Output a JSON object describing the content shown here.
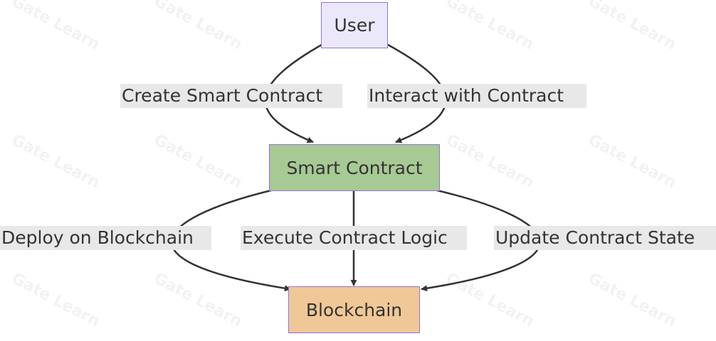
{
  "nodes": {
    "user": "User",
    "smart_contract": "Smart Contract",
    "blockchain": "Blockchain"
  },
  "edges": {
    "create": "Create Smart Contract",
    "interact": "Interact with Contract",
    "deploy": "Deploy on Blockchain",
    "execute": "Execute Contract Logic",
    "update": "Update Contract State"
  },
  "watermark": "Gate Learn",
  "colors": {
    "user_fill": "#ece8fc",
    "smart_contract_fill": "#a7c994",
    "blockchain_fill": "#f0c898",
    "node_border": "#9370db",
    "edge": "#333333",
    "label_bg": "#e8e8e8"
  }
}
